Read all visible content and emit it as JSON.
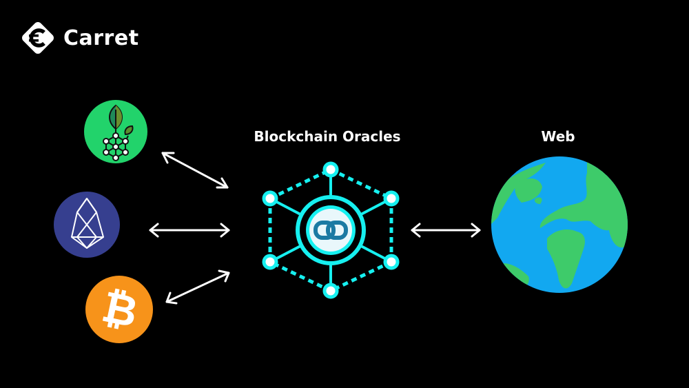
{
  "brand": {
    "name": "Carret",
    "logo_icon": "euro-diamond-icon"
  },
  "diagram": {
    "center_label": "Blockchain Oracles",
    "right_label": "Web",
    "left_nodes": [
      {
        "name": "Sprout / green network token",
        "icon": "sprout-network-icon",
        "color": "#22d36b"
      },
      {
        "name": "EOS",
        "icon": "eos-icon",
        "color": "#363f8f"
      },
      {
        "name": "Bitcoin",
        "icon": "bitcoin-icon",
        "color": "#f7931a"
      }
    ],
    "center_node": {
      "icon": "oracle-hub-icon",
      "accent": "#16f0f0",
      "link_icon": "chain-link-icon",
      "link_color": "#1b7aa3"
    },
    "right_node": {
      "icon": "globe-icon",
      "ocean": "#12a8f0",
      "land": "#3ecb6a"
    },
    "connections": [
      {
        "from": "Sprout / green network token",
        "to": "Blockchain Oracles",
        "type": "bidirectional"
      },
      {
        "from": "EOS",
        "to": "Blockchain Oracles",
        "type": "bidirectional"
      },
      {
        "from": "Bitcoin",
        "to": "Blockchain Oracles",
        "type": "bidirectional"
      },
      {
        "from": "Blockchain Oracles",
        "to": "Web",
        "type": "bidirectional"
      }
    ],
    "bitcoin_symbol": "₿"
  }
}
